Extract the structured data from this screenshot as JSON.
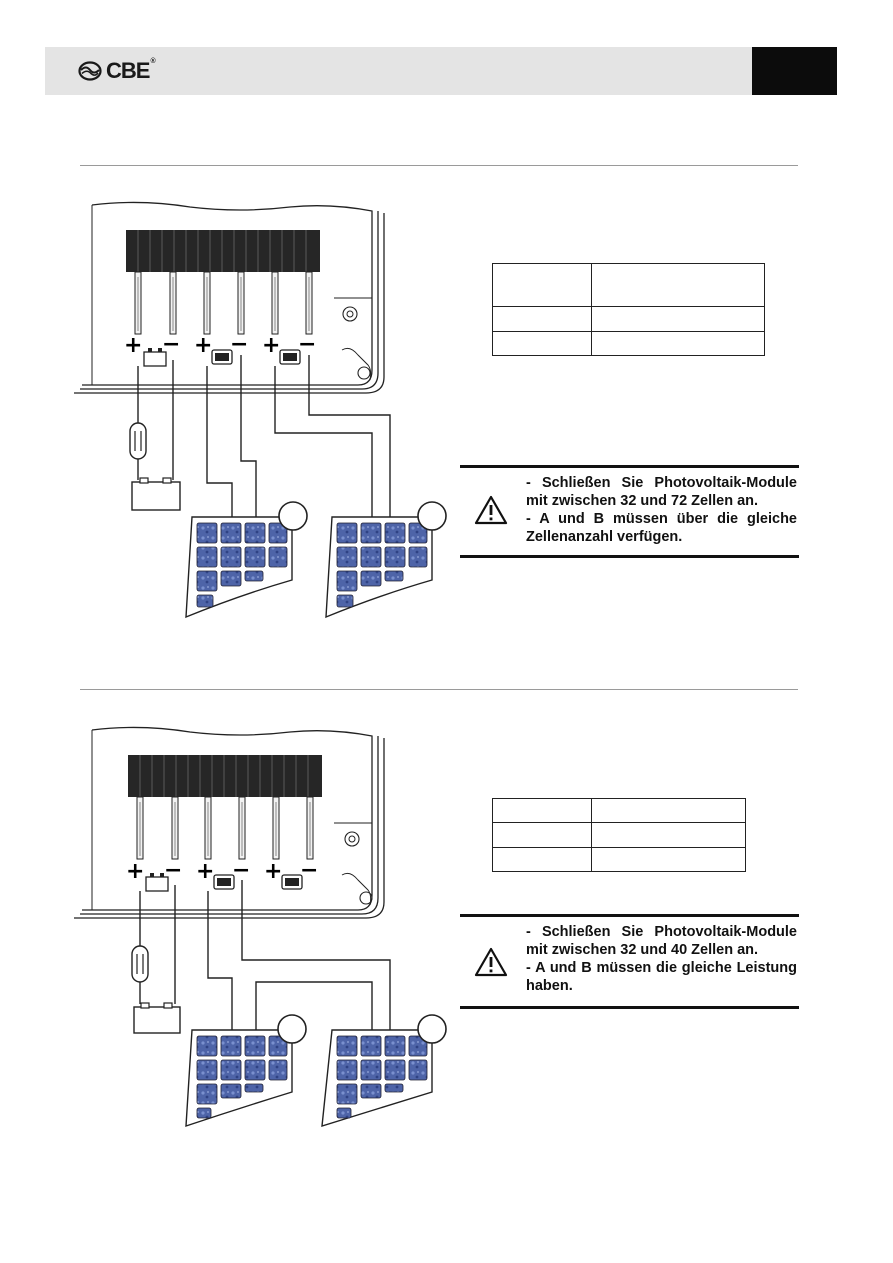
{
  "header": {
    "brand": "CBE",
    "reg_mark": "®",
    "page_tag": ""
  },
  "section_top": {
    "diagram": {
      "plus_sign": "+",
      "minus_sign": "−",
      "panel_labels": [
        "",
        ""
      ]
    },
    "table_rows": [
      [
        "",
        ""
      ],
      [
        "",
        ""
      ],
      [
        "",
        ""
      ]
    ],
    "warning": {
      "line1": "- Schließen Sie Photovoltaik-Module mit zwischen 32 und 72 Zellen an.",
      "line2": "- A und B müssen über die gleiche Zellenanzahl verfügen."
    }
  },
  "section_bottom": {
    "diagram": {
      "plus_sign": "+",
      "minus_sign": "−",
      "panel_labels": [
        "",
        ""
      ]
    },
    "table_rows": [
      [
        "",
        ""
      ],
      [
        "",
        ""
      ],
      [
        "",
        ""
      ]
    ],
    "warning": {
      "line1": "- Schließen Sie Photovoltaik-Module mit zwischen 32 und 40 Zellen an.",
      "line2": "- A und B müssen die gleiche Leistung haben."
    }
  },
  "icons": [
    "cbe-logo-icon",
    "warning-triangle-icon",
    "battery-icon",
    "fuse-icon",
    "solar-panel-icon",
    "terminal-block-icon",
    "screw-icon"
  ]
}
